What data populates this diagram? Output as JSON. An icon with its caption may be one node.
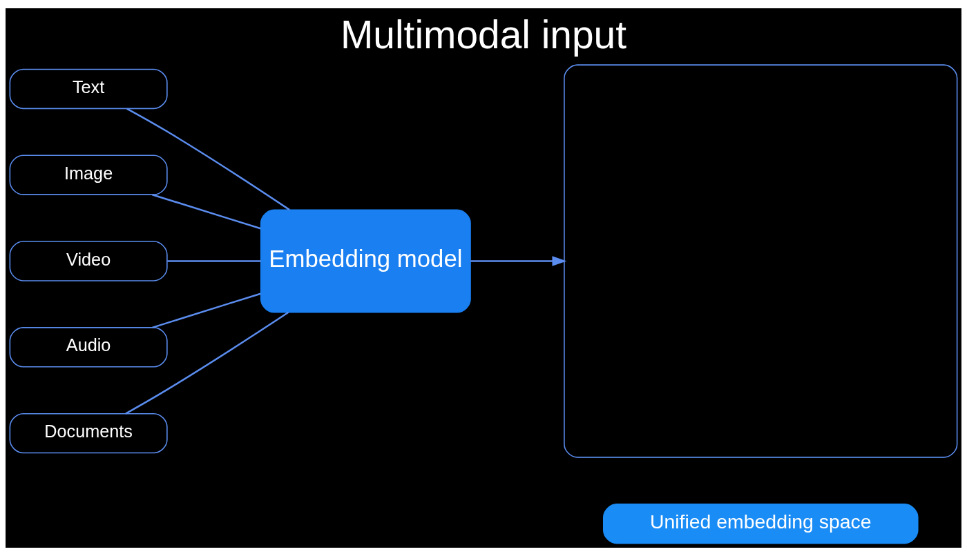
{
  "diagram": {
    "title": "Multimodal input",
    "nodes": [
      {
        "text": [
          "Text"
        ]
      },
      {
        "text": [
          "Image"
        ]
      },
      {
        "text": [
          "Video"
        ]
      },
      {
        "text": [
          "Audio"
        ]
      },
      {
        "text": [
          "Documents"
        ]
      },
      {
        "text": [
          "Embedding model"
        ]
      },
      {
        "text": [],
        "shape": "box"
      },
      {
        "text": [
          "Unified embedding space"
        ]
      }
    ],
    "edges": [
      {
        "from": 0,
        "to": 5,
        "arrow": "none"
      },
      {
        "from": 1,
        "to": 5,
        "arrow": "none"
      },
      {
        "from": 2,
        "to": 5,
        "arrow": "none"
      },
      {
        "from": 3,
        "to": 5,
        "arrow": "none"
      },
      {
        "from": 4,
        "to": 5,
        "arrow": "none"
      },
      {
        "from": 5,
        "to": 6,
        "arrow": "to"
      }
    ]
  }
}
